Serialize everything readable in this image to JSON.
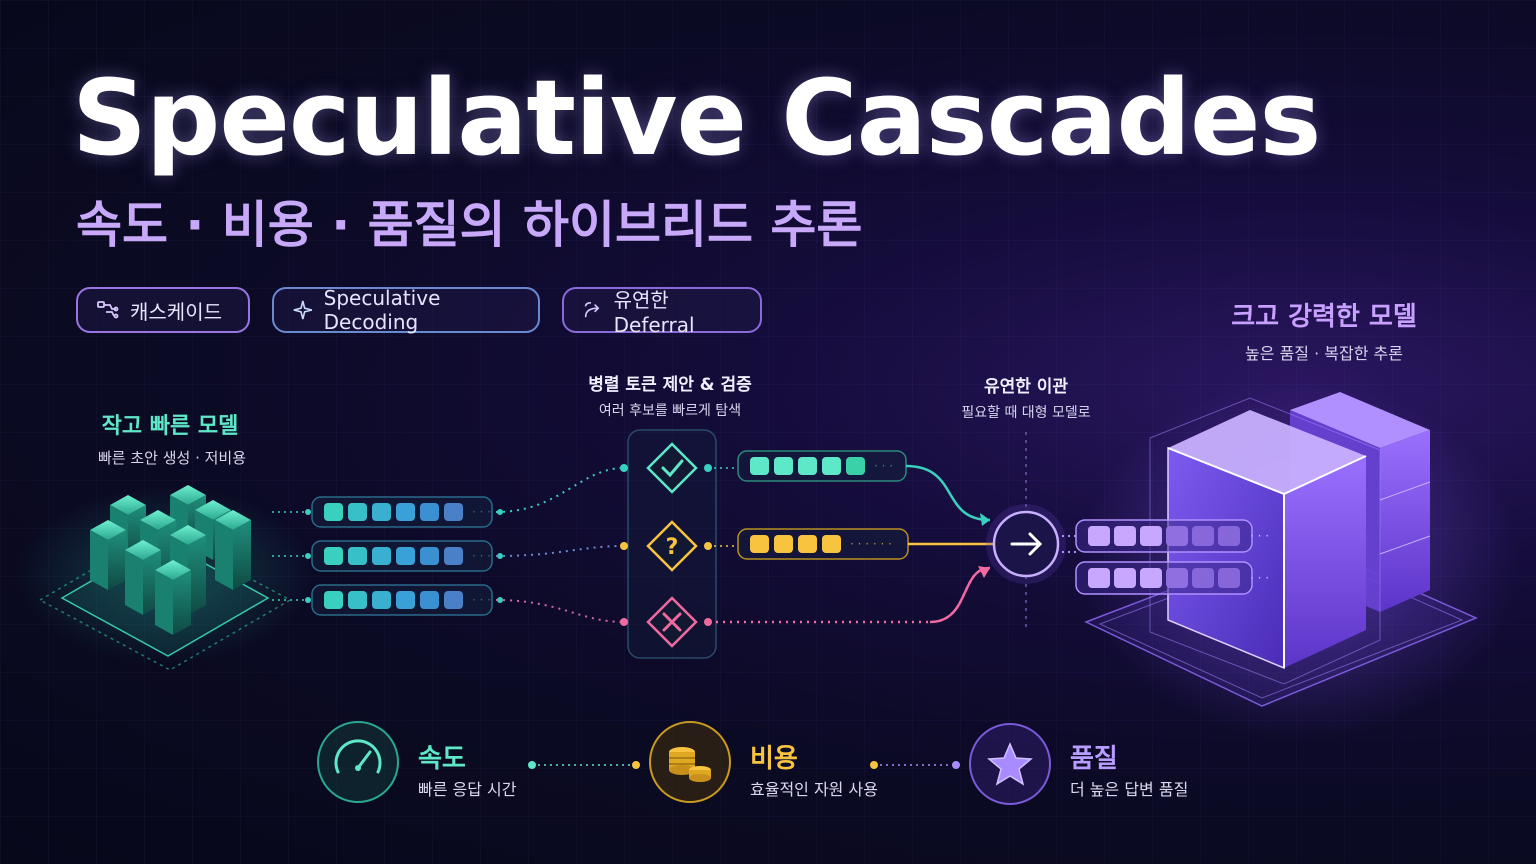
{
  "title": "Speculative Cascades",
  "subtitle": "속도 · 비용 · 품질의 하이브리드 추론",
  "chips": [
    {
      "label": "캐스케이드",
      "icon": "cascade-icon",
      "color": "#b48cf0"
    },
    {
      "label": "Speculative Decoding",
      "icon": "sparkle-icon",
      "color": "#8ab4f0"
    },
    {
      "label": "유연한 Deferral",
      "icon": "reroute-icon",
      "color": "#a88cf0"
    }
  ],
  "small_model": {
    "title": "작고 빠른 모델",
    "desc": "빠른 초안 생성 · 저비용",
    "color": "#5ee8c8"
  },
  "verify": {
    "title": "병렬 토큰 제안 & 검증",
    "desc": "여러 후보를 빠르게 탐색"
  },
  "deferral": {
    "title": "유연한 이관",
    "desc": "필요할 때 대형 모델로"
  },
  "large_model": {
    "title": "크고 강력한 모델",
    "desc": "높은 품질 · 복잡한 추론",
    "color": "#c8a0ff"
  },
  "checks": [
    {
      "icon": "check-icon",
      "color": "#5ee8c8"
    },
    {
      "icon": "question-icon",
      "color": "#f8c440"
    },
    {
      "icon": "x-icon",
      "color": "#f06aa0"
    }
  ],
  "benefits": [
    {
      "title": "속도",
      "desc": "빠른 응답 시간",
      "icon": "speedometer-icon",
      "color": "#5ee8c8"
    },
    {
      "title": "비용",
      "desc": "효율적인 자원 사용",
      "icon": "coins-icon",
      "color": "#f8c440"
    },
    {
      "title": "품질",
      "desc": "더 높은 답변 품질",
      "icon": "star-icon",
      "color": "#a88cff"
    }
  ]
}
